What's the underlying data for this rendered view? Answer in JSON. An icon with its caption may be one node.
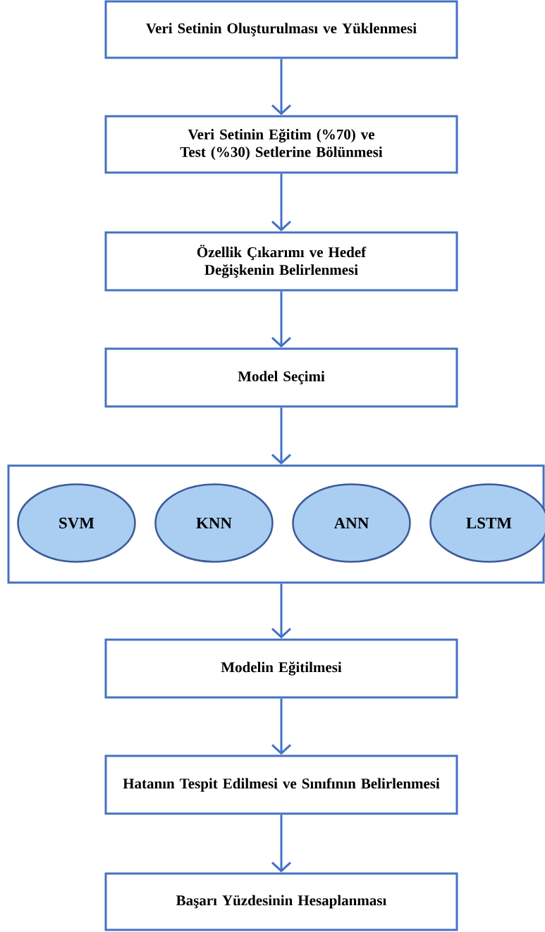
{
  "diagram": {
    "nodes": [
      {
        "text": [
          "Veri Setinin Oluşturulması ve Yüklenmesi"
        ]
      },
      {
        "text": [
          "Veri Setinin Eğitim (%70) ve Test (%30) Setlerine Bölünmesi"
        ]
      },
      {
        "text": [
          "Özellik Çıkarımı ve Hedef Değişkenin Belirlenmesi"
        ]
      },
      {
        "text": [
          "Model Seçimi"
        ]
      },
      {
        "text": [],
        "shape": "box"
      },
      {
        "text": [
          "SVM"
        ],
        "in": 4
      },
      {
        "text": [
          "KNN"
        ],
        "in": 4
      },
      {
        "text": [
          "ANN"
        ],
        "in": 4
      },
      {
        "text": [
          "LSTM"
        ],
        "in": 4
      },
      {
        "text": [
          "Modelin Eğitilmesi"
        ]
      },
      {
        "text": [
          "Hatanın Tespit Edilmesi ve Sınıfının Belirlenmesi"
        ]
      },
      {
        "text": [
          "Başarı Yüzdesinin Hesaplanması"
        ]
      }
    ],
    "edges": [
      {
        "from": 0,
        "to": 1,
        "arrow": "to"
      },
      {
        "from": 1,
        "to": 2,
        "arrow": "to"
      },
      {
        "from": 2,
        "to": 3,
        "arrow": "to"
      },
      {
        "from": 3,
        "to": 4,
        "arrow": "to"
      },
      {
        "from": 4,
        "to": 9,
        "arrow": "to"
      },
      {
        "from": 9,
        "to": 10,
        "arrow": "to"
      },
      {
        "from": 10,
        "to": 11,
        "arrow": "to"
      }
    ]
  }
}
